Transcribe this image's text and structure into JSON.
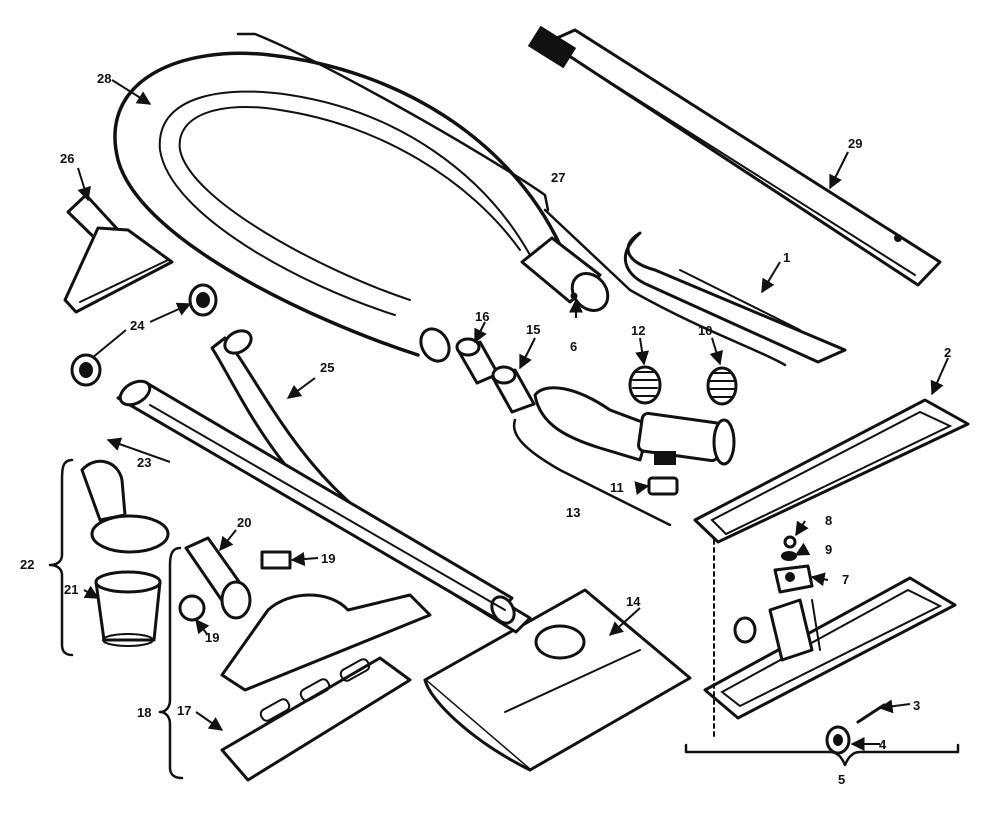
{
  "diagram": {
    "callouts": {
      "c1": "1",
      "c2": "2",
      "c3": "3",
      "c4": "4",
      "c5": "5",
      "c6": "6",
      "c7": "7",
      "c8": "8",
      "c9": "9",
      "c10": "10",
      "c11": "11",
      "c12": "12",
      "c13": "13",
      "c14": "14",
      "c15": "15",
      "c16": "16",
      "c17": "17",
      "c18": "18",
      "c19a": "19",
      "c19b": "19",
      "c20": "20",
      "c21": "21",
      "c22": "22",
      "c23": "23",
      "c24": "24",
      "c25": "25",
      "c26": "26",
      "c27": "27",
      "c28": "28",
      "c29": "29"
    },
    "colors": {
      "ink": "#111111",
      "paper": "#ffffff"
    }
  }
}
